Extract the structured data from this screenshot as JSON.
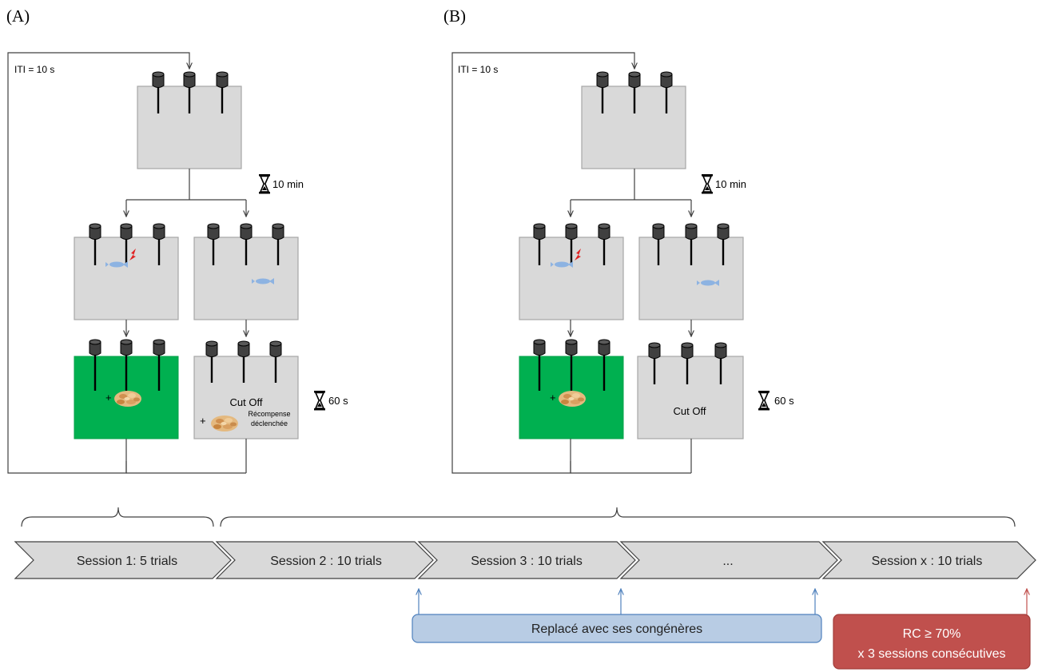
{
  "panels": [
    {
      "label": "(A)",
      "iti": "ITI = 10 s",
      "wait_top": "10 min",
      "wait_bottom": "60 s",
      "cutoff": "Cut Off",
      "reward_plus": "+",
      "cutoff_reward_plus": "+",
      "cutoff_reward_text": [
        "Récompense",
        "déclenchée"
      ]
    },
    {
      "label": "(B)",
      "iti": "ITI = 10 s",
      "wait_top": "10 min",
      "wait_bottom": "60 s",
      "cutoff": "Cut Off",
      "reward_plus": "+"
    }
  ],
  "sessions": [
    "Session 1:  5 trials",
    "Session 2 :  10 trials",
    "Session 3 :  10 trials",
    "...",
    "Session x :  10 trials"
  ],
  "notes": {
    "replace": "Replacé avec ses congénères",
    "criterion_line1": "RC ≥ 70%",
    "criterion_line2": "x 3 sessions consécutives"
  },
  "colors": {
    "tank": "#d9d9d9",
    "reward_tank": "#00b050",
    "replace_box": "#b8cce4",
    "criterion_box": "#c0504d",
    "fish": "#8db3e2",
    "shock": "#e02020",
    "food": "#d6a264"
  },
  "icons": [
    "hourglass-icon",
    "electrode-icon",
    "fish-icon",
    "shock-icon",
    "food-pellets-icon"
  ]
}
